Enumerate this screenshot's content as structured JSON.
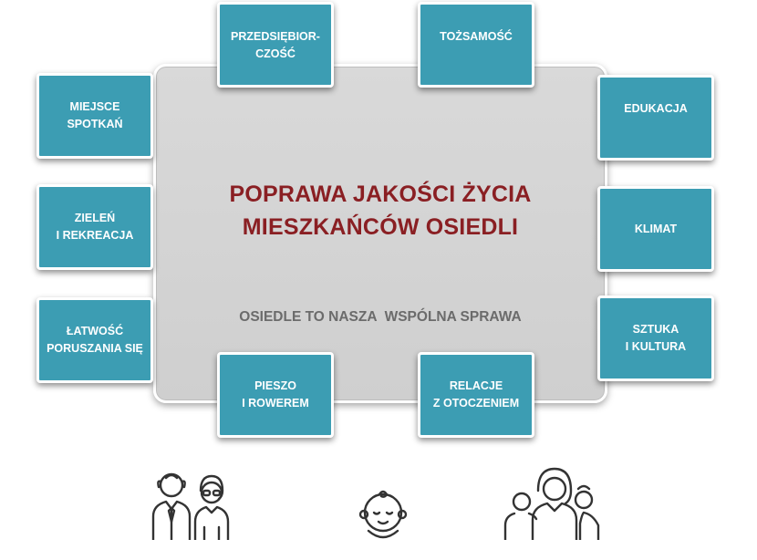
{
  "center": {
    "title_line1": "POPRAWA JAKOŚCI ŻYCIA",
    "title_line2": "MIESZKAŃCÓW OSIEDLI",
    "subtitle": "OSIEDLE TO NASZA  WSPÓLNA SPRAWA"
  },
  "boxes": {
    "przedsiebiorczosc": [
      "PRZEDSIĘBIOR-",
      "CZOŚĆ"
    ],
    "tozsamosc": [
      "TOŻSAMOŚĆ"
    ],
    "miejsce_spotkan": [
      "MIEJSCE",
      "SPOTKAŃ"
    ],
    "edukacja": [
      "EDUKACJA"
    ],
    "zielen": [
      "ZIELEŃ",
      "I REKREACJA"
    ],
    "klimat": [
      "KLIMAT"
    ],
    "latwosc": [
      "ŁATWOŚĆ",
      "PORUSZANIA SIĘ"
    ],
    "sztuka": [
      "SZTUKA",
      "I KULTURA"
    ],
    "pieszo": [
      "PIESZO",
      "I ROWEREM"
    ],
    "relacje": [
      "RELACJE",
      "Z OTOCZENIEM"
    ]
  },
  "icons": [
    "elderly-couple-icon",
    "baby-icon",
    "family-icon"
  ],
  "colors": {
    "box": "#3c9db3",
    "title": "#8a1f23",
    "subtitle": "#6b6b6b",
    "panel": "#d6d6d6"
  }
}
